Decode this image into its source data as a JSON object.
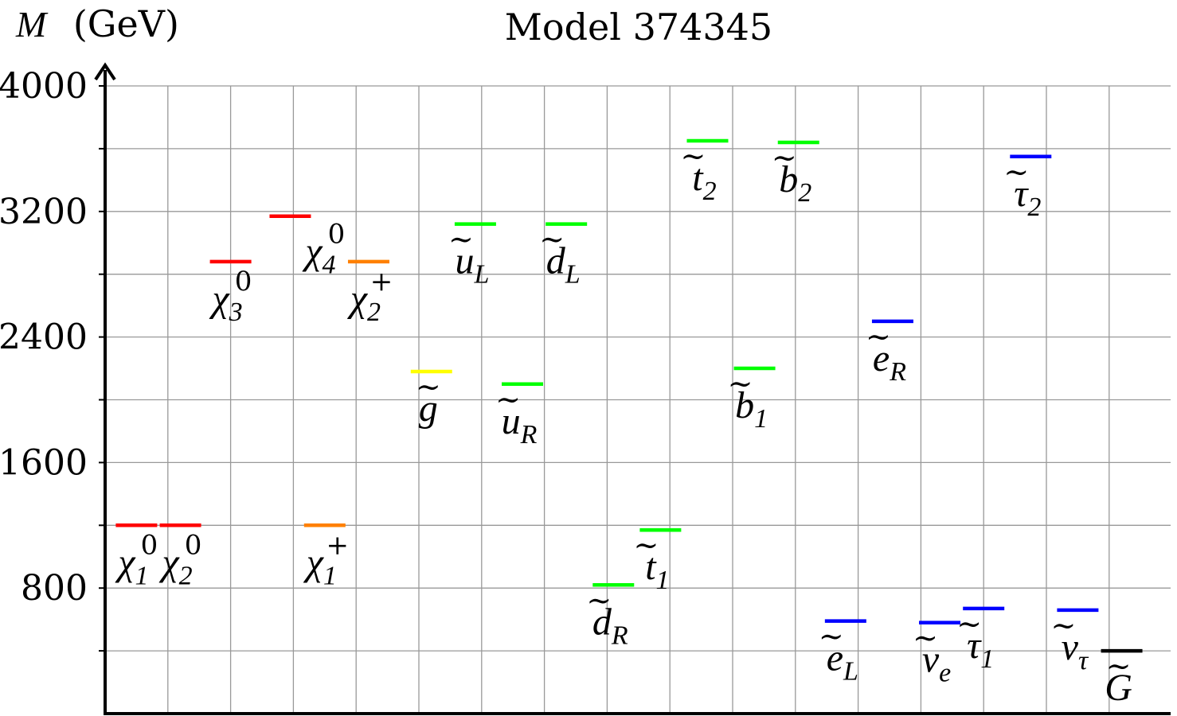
{
  "chart_data": {
    "type": "level-spectrum",
    "title": "Model 374345",
    "ylabel_symbol": "M",
    "ylabel_unit": "(GeV)",
    "ylim": [
      0,
      4000
    ],
    "yticks": [
      800,
      1600,
      2400,
      3200,
      4000
    ],
    "grid": true,
    "levels": [
      {
        "name": "chi10",
        "base": "χ",
        "sub": "1",
        "sup": "0",
        "tilde": false,
        "mass": 1200,
        "col": 0.5,
        "color": "#ff0000",
        "label_pos": "below"
      },
      {
        "name": "chi20",
        "base": "χ",
        "sub": "2",
        "sup": "0",
        "tilde": false,
        "mass": 1200,
        "col": 1.2,
        "color": "#ff0000",
        "label_pos": "below"
      },
      {
        "name": "chi30",
        "base": "χ",
        "sub": "3",
        "sup": "0",
        "tilde": false,
        "mass": 2880,
        "col": 2.0,
        "color": "#ff0000",
        "label_pos": "below"
      },
      {
        "name": "chi40",
        "base": "χ",
        "sub": "4",
        "sup": "0",
        "tilde": false,
        "mass": 3170,
        "col": 2.95,
        "color": "#ff0000",
        "label_pos": "below-right"
      },
      {
        "name": "chi1p",
        "base": "χ",
        "sub": "1",
        "sup": "+",
        "tilde": false,
        "mass": 1200,
        "col": 3.5,
        "color": "#ff8000",
        "label_pos": "below"
      },
      {
        "name": "chi2p",
        "base": "χ",
        "sub": "2",
        "sup": "+",
        "tilde": false,
        "mass": 2880,
        "col": 4.2,
        "color": "#ff8000",
        "label_pos": "below"
      },
      {
        "name": "gluino",
        "base": "g",
        "sub": "",
        "sup": "",
        "tilde": true,
        "mass": 2180,
        "col": 5.2,
        "color": "#ffff00",
        "label_pos": "below"
      },
      {
        "name": "uL",
        "base": "u",
        "sub": "L",
        "sup": "",
        "tilde": true,
        "mass": 3120,
        "col": 5.9,
        "color": "#00ff00",
        "label_pos": "below"
      },
      {
        "name": "uR",
        "base": "u",
        "sub": "R",
        "sup": "",
        "tilde": true,
        "mass": 2100,
        "col": 6.65,
        "color": "#00ff00",
        "label_pos": "below"
      },
      {
        "name": "dL",
        "base": "d",
        "sub": "L",
        "sup": "",
        "tilde": true,
        "mass": 3120,
        "col": 7.35,
        "color": "#00ff00",
        "label_pos": "below"
      },
      {
        "name": "dR",
        "base": "d",
        "sub": "R",
        "sup": "",
        "tilde": true,
        "mass": 820,
        "col": 8.1,
        "color": "#00ff00",
        "label_pos": "below"
      },
      {
        "name": "t1",
        "base": "t",
        "sub": "1",
        "sup": "",
        "tilde": true,
        "mass": 1170,
        "col": 8.85,
        "color": "#00ff00",
        "label_pos": "below"
      },
      {
        "name": "t2",
        "base": "t",
        "sub": "2",
        "sup": "",
        "tilde": true,
        "mass": 3650,
        "col": 9.6,
        "color": "#00ff00",
        "label_pos": "below"
      },
      {
        "name": "b1",
        "base": "b",
        "sub": "1",
        "sup": "",
        "tilde": true,
        "mass": 2200,
        "col": 10.35,
        "color": "#00ff00",
        "label_pos": "below"
      },
      {
        "name": "b2",
        "base": "b",
        "sub": "2",
        "sup": "",
        "tilde": true,
        "mass": 3640,
        "col": 11.05,
        "color": "#00ff00",
        "label_pos": "below"
      },
      {
        "name": "eL",
        "base": "e",
        "sub": "L",
        "sup": "",
        "tilde": true,
        "mass": 590,
        "col": 11.8,
        "color": "#0000ff",
        "label_pos": "below"
      },
      {
        "name": "eR",
        "base": "e",
        "sub": "R",
        "sup": "",
        "tilde": true,
        "mass": 2500,
        "col": 12.55,
        "color": "#0000ff",
        "label_pos": "below"
      },
      {
        "name": "nue",
        "base": "ν",
        "sub": "e",
        "sup": "",
        "tilde": true,
        "mass": 580,
        "col": 13.3,
        "color": "#0000ff",
        "label_pos": "below"
      },
      {
        "name": "tau1",
        "base": "τ",
        "sub": "1",
        "sup": "",
        "tilde": true,
        "mass": 670,
        "col": 14.0,
        "color": "#0000ff",
        "label_pos": "below"
      },
      {
        "name": "tau2",
        "base": "τ",
        "sub": "2",
        "sup": "",
        "tilde": true,
        "mass": 3550,
        "col": 14.75,
        "color": "#0000ff",
        "label_pos": "below"
      },
      {
        "name": "nutau",
        "base": "ν",
        "sub": "τ",
        "sup": "",
        "tilde": true,
        "mass": 660,
        "col": 15.5,
        "color": "#0000ff",
        "label_pos": "below"
      },
      {
        "name": "gravitino",
        "base": "G",
        "sub": "",
        "sup": "",
        "tilde": true,
        "mass": 400,
        "col": 16.2,
        "color": "#000000",
        "label_pos": "below"
      }
    ]
  }
}
